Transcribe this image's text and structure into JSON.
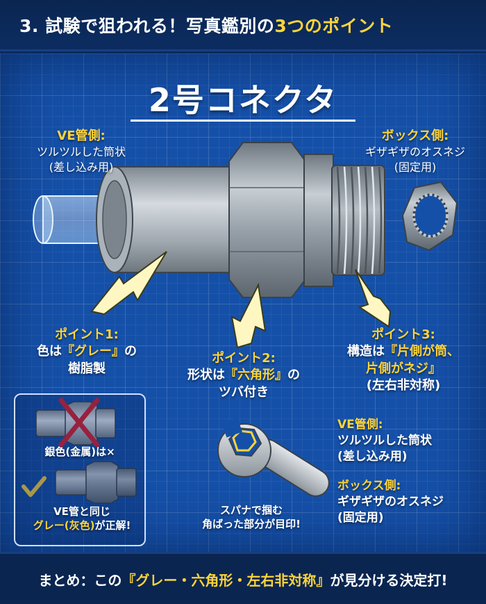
{
  "header": {
    "prefix": "3. 試験で狙われる！写真鑑別の",
    "highlight": "3つのポイント"
  },
  "title": "2号コネクタ",
  "ve_side_top": {
    "title": "VE管側:",
    "line1": "ツルツルした筒状",
    "line2": "(差し込み用)"
  },
  "box_side_top": {
    "title": "ボックス側:",
    "line1": "ギザギザのオスネジ",
    "line2": "(固定用)"
  },
  "point1": {
    "title": "ポイント1:",
    "line1_pre": "色は",
    "line1_hl": "『グレー』",
    "line1_post": "の",
    "line2": "樹脂製"
  },
  "point2": {
    "title": "ポイント2:",
    "line1_pre": "形状は",
    "line1_hl": "『六角形』",
    "line1_post": "の",
    "line2": "ツバ付き"
  },
  "point3": {
    "title": "ポイント3:",
    "line1_pre": "構造は",
    "line1_hl": "『片側が筒、",
    "line2_hl": "片側がネジ』",
    "line3": "(左右非対称)"
  },
  "ve_side_bottom": {
    "title": "VE管側:",
    "line1": "ツルツルした筒状",
    "line2": "(差し込み用)"
  },
  "box_side_bottom": {
    "title": "ボックス側:",
    "line1": "ギザギザのオスネジ",
    "line2": "(固定用)"
  },
  "inset": {
    "wrong": "銀色(金属)は×",
    "right1": "VE管と同じ",
    "right2_hl": "グレー(灰色)",
    "right2_post": "が正解!"
  },
  "wrench": {
    "line1": "スパナで掴む",
    "line2": "角ばった部分が目印!"
  },
  "footer": {
    "pre": "まとめ：この",
    "hl": "『グレー・六角形・左右非対称』",
    "post": "が見分ける決定打!"
  },
  "colors": {
    "accent": "#ffd43a",
    "board": "#1550a8",
    "header": "#0a2550",
    "part": "#9aa3ad"
  }
}
